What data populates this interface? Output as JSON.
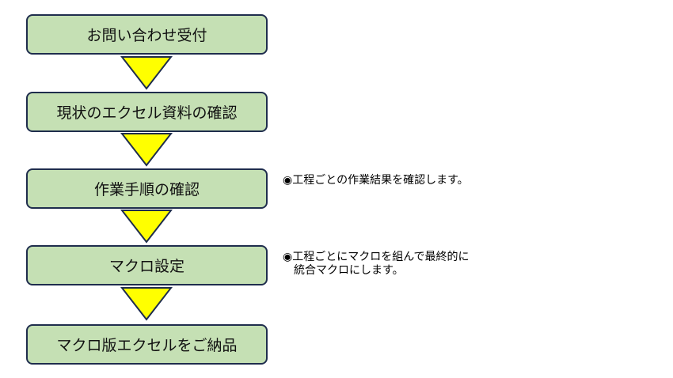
{
  "steps": [
    {
      "label": "お問い合わせ受付"
    },
    {
      "label": "現状のエクセル資料の確認"
    },
    {
      "label": "作業手順の確認"
    },
    {
      "label": "マクロ設定"
    },
    {
      "label": "マクロ版エクセルをご納品"
    }
  ],
  "notes": {
    "step3": {
      "line1": "◉工程ごとの作業結果を確認します。"
    },
    "step4": {
      "line1": "◉工程ごとにマクロを組んで最終的に",
      "line2": "　統合マクロにします。"
    }
  },
  "colors": {
    "box_fill": "#c5e0b4",
    "box_border": "#1f2d4d",
    "arrow_fill": "#ffff00"
  }
}
